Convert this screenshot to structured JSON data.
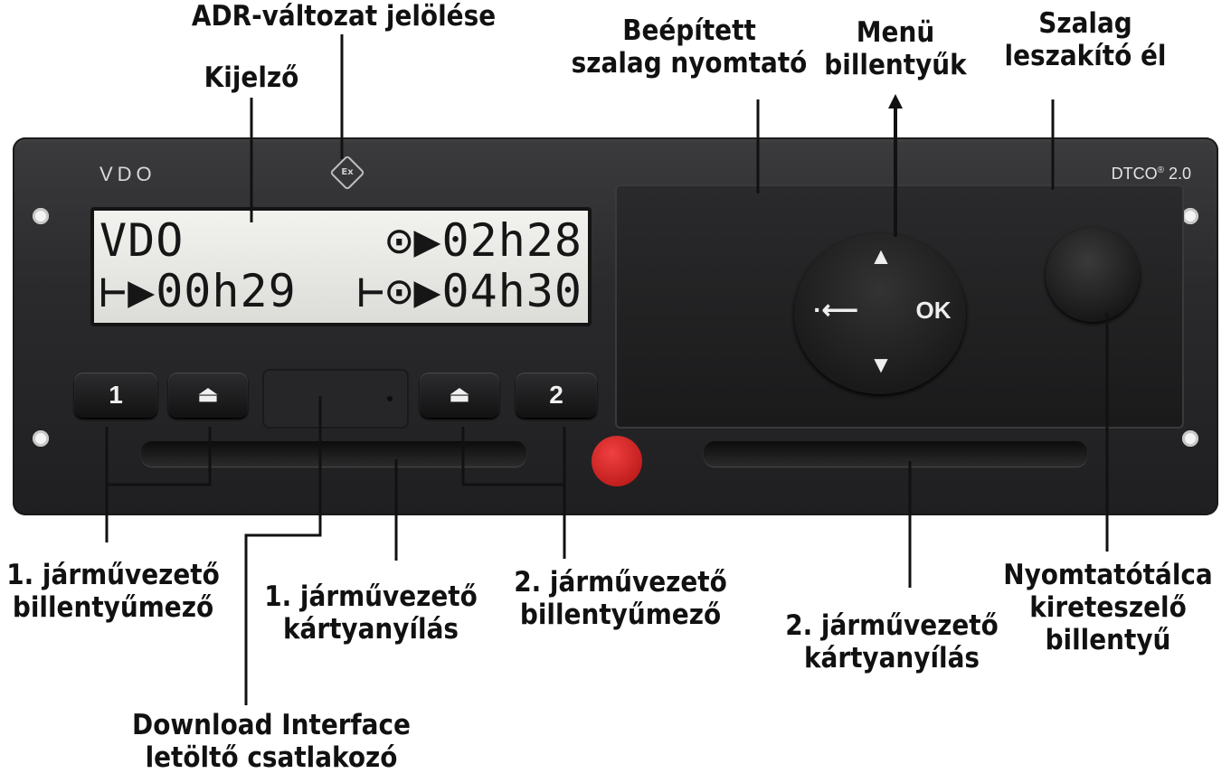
{
  "device": {
    "brand": "VDO",
    "model": "DTCO",
    "model_mark": "®",
    "model_version": "2.0",
    "ex_mark": "Ex",
    "display": {
      "line1_left": "VDO",
      "line1_right": "⊙▶02h28",
      "line2_left": "⊢▶00h29",
      "line2_right": "⊢⊙▶04h30"
    },
    "keys": {
      "driver1": "1",
      "driver2": "2",
      "eject1": "⏏",
      "eject2": "⏏"
    },
    "menu": {
      "up": "▲",
      "down": "▼",
      "back": "·⟵",
      "ok": "OK"
    },
    "colors": {
      "body": "#2a2a2c",
      "display": "#e6e6e2",
      "red_button": "#d42020"
    }
  },
  "callouts": {
    "adr": [
      "ADR-változat jelölése"
    ],
    "display": [
      "Kijelző"
    ],
    "printer": [
      "Beépített",
      "szalag nyomtató"
    ],
    "menu_keys": [
      "Menü",
      "billentyűk"
    ],
    "tear_edge": [
      "Szalag",
      "leszakító él"
    ],
    "driver1_keys": [
      "1. járművezető",
      "billentyűmező"
    ],
    "driver1_slot": [
      "1. járművezető",
      "kártyanyílás"
    ],
    "driver2_keys": [
      "2. járművezető",
      "billentyűmező"
    ],
    "driver2_slot": [
      "2. járművezető",
      "kártyanyílás"
    ],
    "tray_release": [
      "Nyomtatótálca",
      "kireteszelő",
      "billentyű"
    ],
    "download": [
      "Download Interface",
      "letöltő csatlakozó"
    ]
  }
}
